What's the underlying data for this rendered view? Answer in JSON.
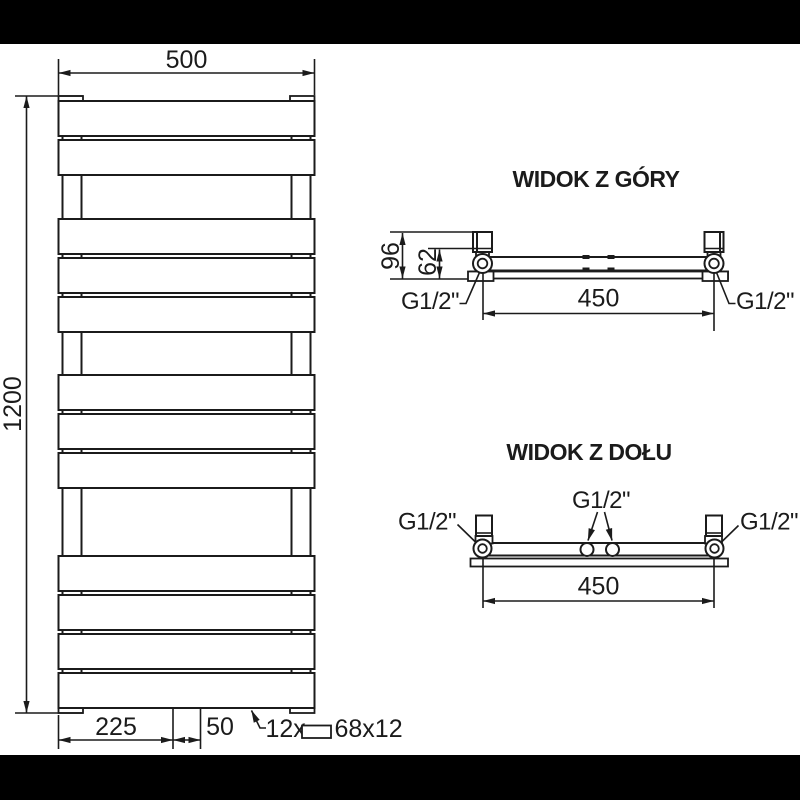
{
  "drawing": {
    "front_view": {
      "dim_width": "500",
      "dim_height": "1200",
      "dim_conn_offset": "225",
      "dim_conn_spacing": "50",
      "profile_count": "12x",
      "profile_size": "68x12",
      "panel_count": 12
    },
    "top_view": {
      "title": "WIDOK Z GÓRY",
      "dim_depth_total": "96",
      "dim_valve_depth": "62",
      "dim_conn_span": "450",
      "conn_left": "G1/2\"",
      "conn_right": "G1/2\""
    },
    "bottom_view": {
      "title": "WIDOK Z DOŁU",
      "dim_conn_span": "450",
      "conn_left": "G1/2\"",
      "conn_center": "G1/2\"",
      "conn_right": "G1/2\""
    },
    "colors": {
      "line": "#1b1b1b",
      "background": "#ffffff",
      "letterbox": "#000000"
    }
  }
}
